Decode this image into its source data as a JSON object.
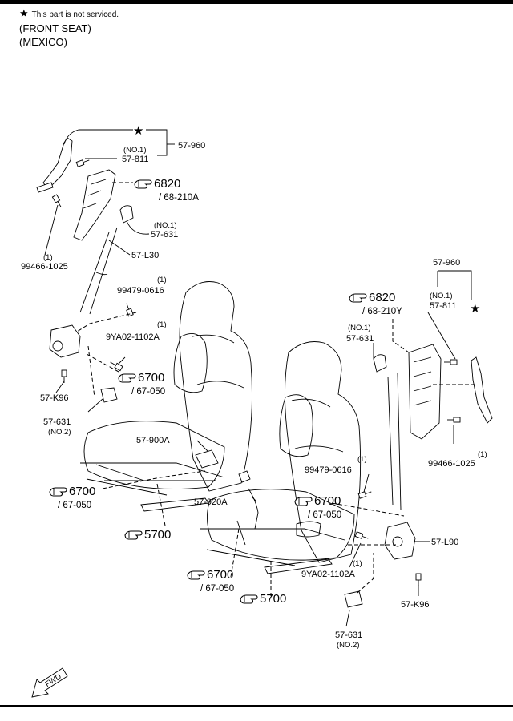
{
  "header": {
    "star": "★",
    "note": "This part is not serviced.",
    "title_line1": "(FRONT SEAT)",
    "title_line2": "(MEXICO)"
  },
  "labels": {
    "l_57_960": "57-960",
    "l_no1_a": "(NO.1)",
    "l_57_811": "57-811",
    "l_ref_6820_l": "6820",
    "l_sub_68_210a": "/ 68-210A",
    "l_no1_b": "(NO.1)",
    "l_57_631_a": "57-631",
    "l_1_a": "(1)",
    "l_99466_l": "99466-1025",
    "l_57_l30": "57-L30",
    "l_1_b": "(1)",
    "l_99479_l": "99479-0616",
    "l_1_c": "(1)",
    "l_9ya_l": "9YA02-1102A",
    "l_ref_6700_a": "6700",
    "l_sub_67_050_a": "/ 67-050",
    "l_57_k96_l": "57-K96",
    "l_57_631_b": "57-631",
    "l_no2_a": "(NO.2)",
    "l_57_900a": "57-900A",
    "l_ref_6700_b": "6700",
    "l_sub_67_050_b": "/ 67-050",
    "l_ref_5700_a": "5700",
    "l_57_960_r": "57-960",
    "l_no1_c": "(NO.1)",
    "l_57_811_r": "57-811",
    "l_ref_6820_r": "6820",
    "l_sub_68_210y": "/ 68-210Y",
    "l_no1_d": "(NO.1)",
    "l_57_631_c": "57-631",
    "l_1_d": "(1)",
    "l_99466_r": "99466-1025",
    "l_1_e": "(1)",
    "l_99479_r": "99479-0616",
    "l_57_920a": "57-920A",
    "l_ref_6700_c": "6700",
    "l_sub_67_050_c": "/ 67-050",
    "l_57_l90": "57-L90",
    "l_ref_5700_b": "5700",
    "l_1_f": "(1)",
    "l_9ya_r": "9YA02-1102A",
    "l_ref_6700_d": "6700",
    "l_sub_67_050_d": "/ 67-050",
    "l_57_k96_r": "57-K96",
    "l_57_631_d": "57-631",
    "l_no2_b": "(NO.2)",
    "fwd": "FWD"
  }
}
